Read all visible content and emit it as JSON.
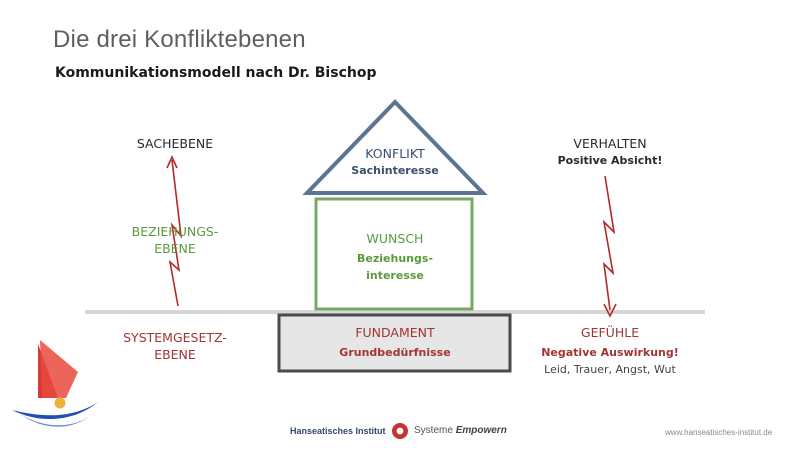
{
  "slide": {
    "title": "Die drei Konfliktebenen",
    "subtitle": "Kommunikationsmodell nach Dr. Bischop"
  },
  "left": {
    "top_label": "SACHEBENE",
    "middle_label_1": "BEZIEHUNGS-",
    "middle_label_2": "EBENE",
    "bottom_label_1": "SYSTEMGESETZ-",
    "bottom_label_2": "EBENE"
  },
  "house": {
    "roof_title": "KONFLIKT",
    "roof_sub": "Sachinteresse",
    "wall_title": "WUNSCH",
    "wall_sub_1": "Beziehungs-",
    "wall_sub_2": "interesse",
    "base_title": "FUNDAMENT",
    "base_sub": "Grundbedürfnisse"
  },
  "right": {
    "top_label": "VERHALTEN",
    "top_sub": "Positive Absicht!",
    "bottom_label": "GEFÜHLE",
    "bottom_sub": "Negative Auswirkung!",
    "bottom_detail": "Leid, Trauer, Angst, Wut"
  },
  "footer": {
    "institute": "Hanseatisches Institut",
    "brand_plain": "Systeme",
    "brand_em": "Empowern",
    "url": "www.hanseatisches-institut.de"
  },
  "colors": {
    "roof_border": "#5c7591",
    "wall_border": "#77a868",
    "base_border": "#4a4a4a",
    "base_fill": "#e6e6e6",
    "arrow_red": "#b42a2a",
    "ground_line": "#d6d6d6"
  }
}
